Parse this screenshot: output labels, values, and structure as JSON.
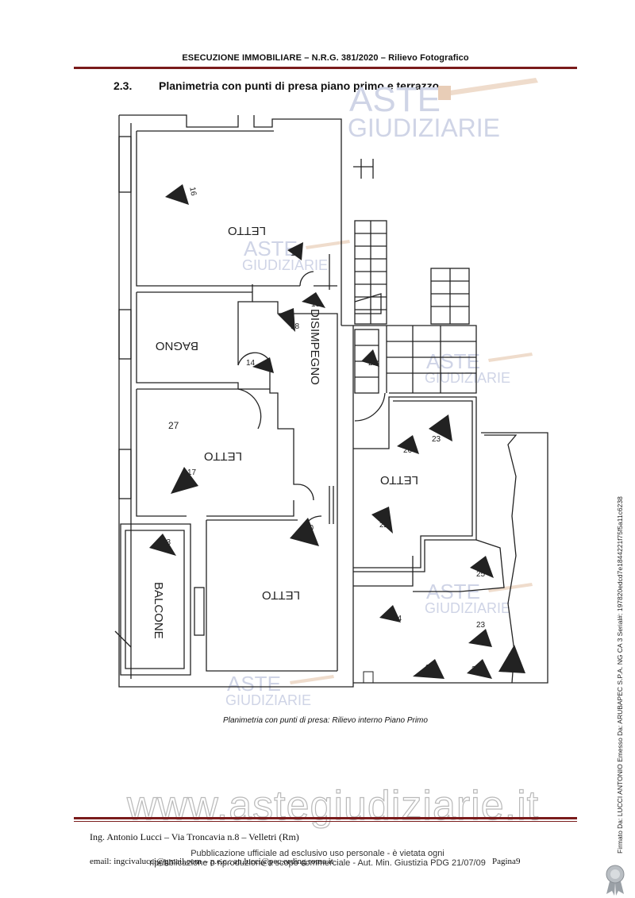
{
  "header": {
    "title": "ESECUZIONE IMMOBILIARE – N.R.G. 381/2020 – Rilievo Fotografico"
  },
  "section": {
    "number": "2.3.",
    "title": "Planimetria con punti di presa piano primo e terrazzo"
  },
  "plan": {
    "rooms": {
      "letto_top": "LETTO",
      "bagno": "BAGNO",
      "disimpegno": "DISIMPEGNO",
      "letto_mid": "LETTO",
      "balcone": "BALCONE",
      "letto_bottom": "LETTO",
      "letto_right": "LETTO"
    },
    "shots": {
      "s16": "16",
      "s15": "15",
      "s18": "18",
      "s19": "19",
      "s14": "14",
      "s21": "21",
      "s17": "17",
      "s13": "13",
      "s20": "20",
      "s22": "22",
      "s23": "23",
      "s25": "25",
      "s26": "26",
      "s27": "27",
      "s24": "24"
    },
    "watermark": {
      "line1": "ASTE",
      "line2": "GIUDIZIARIE"
    }
  },
  "caption": "Planimetria con punti di presa: Rilievo interno Piano Primo",
  "watermark_url": "www.astegiudiziarie.it",
  "footer": {
    "author": "Ing. Antonio Lucci – Via Troncavia n.8 – Velletri (Rm)",
    "email": "email: ingcivalucci@gmail.com – p.e.c.: an.lucci@pec.ording.roma.it",
    "page": "Pagina9",
    "disclaimer_line1": "Pubblicazione ufficiale ad esclusivo uso personale - è vietata ogni",
    "disclaimer_line2": "ripubblicazione o riproduzione a scopo commerciale - Aut. Min. Giustizia PDG 21/07/09"
  },
  "signature": "Firmato Da: LUCCI ANTONIO Emesso Da: ARUBAPEC S.P.A. NG CA 3 Serial#: 197820edcd7e1844221f75f5a11c6238"
}
